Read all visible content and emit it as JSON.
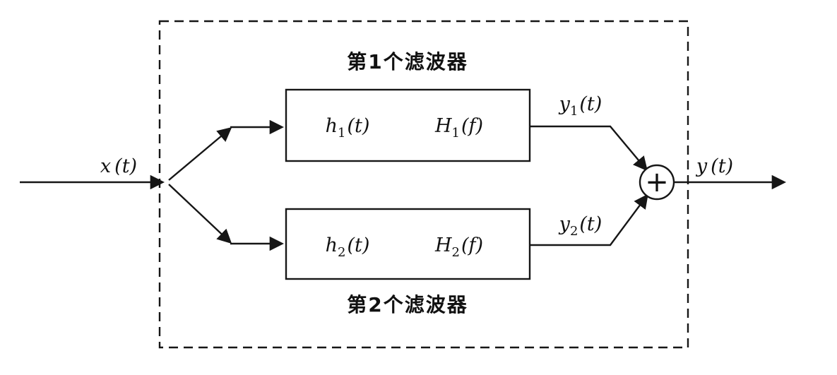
{
  "diagram": {
    "input": {
      "base": "x",
      "arg": "(t)"
    },
    "output": {
      "base": "y",
      "arg": "(t)"
    },
    "summer": "+",
    "filter1": {
      "caption": "第1个滤波器",
      "impulse_response": {
        "base": "h",
        "sub": "1",
        "arg": "(t)"
      },
      "frequency_response": {
        "base": "H",
        "sub": "1",
        "arg": "(f)"
      },
      "output": {
        "base": "y",
        "sub": "1",
        "arg": "(t)"
      }
    },
    "filter2": {
      "caption": "第2个滤波器",
      "impulse_response": {
        "base": "h",
        "sub": "2",
        "arg": "(t)"
      },
      "frequency_response": {
        "base": "H",
        "sub": "2",
        "arg": "(f)"
      },
      "output": {
        "base": "y",
        "sub": "2",
        "arg": "(t)"
      }
    }
  }
}
